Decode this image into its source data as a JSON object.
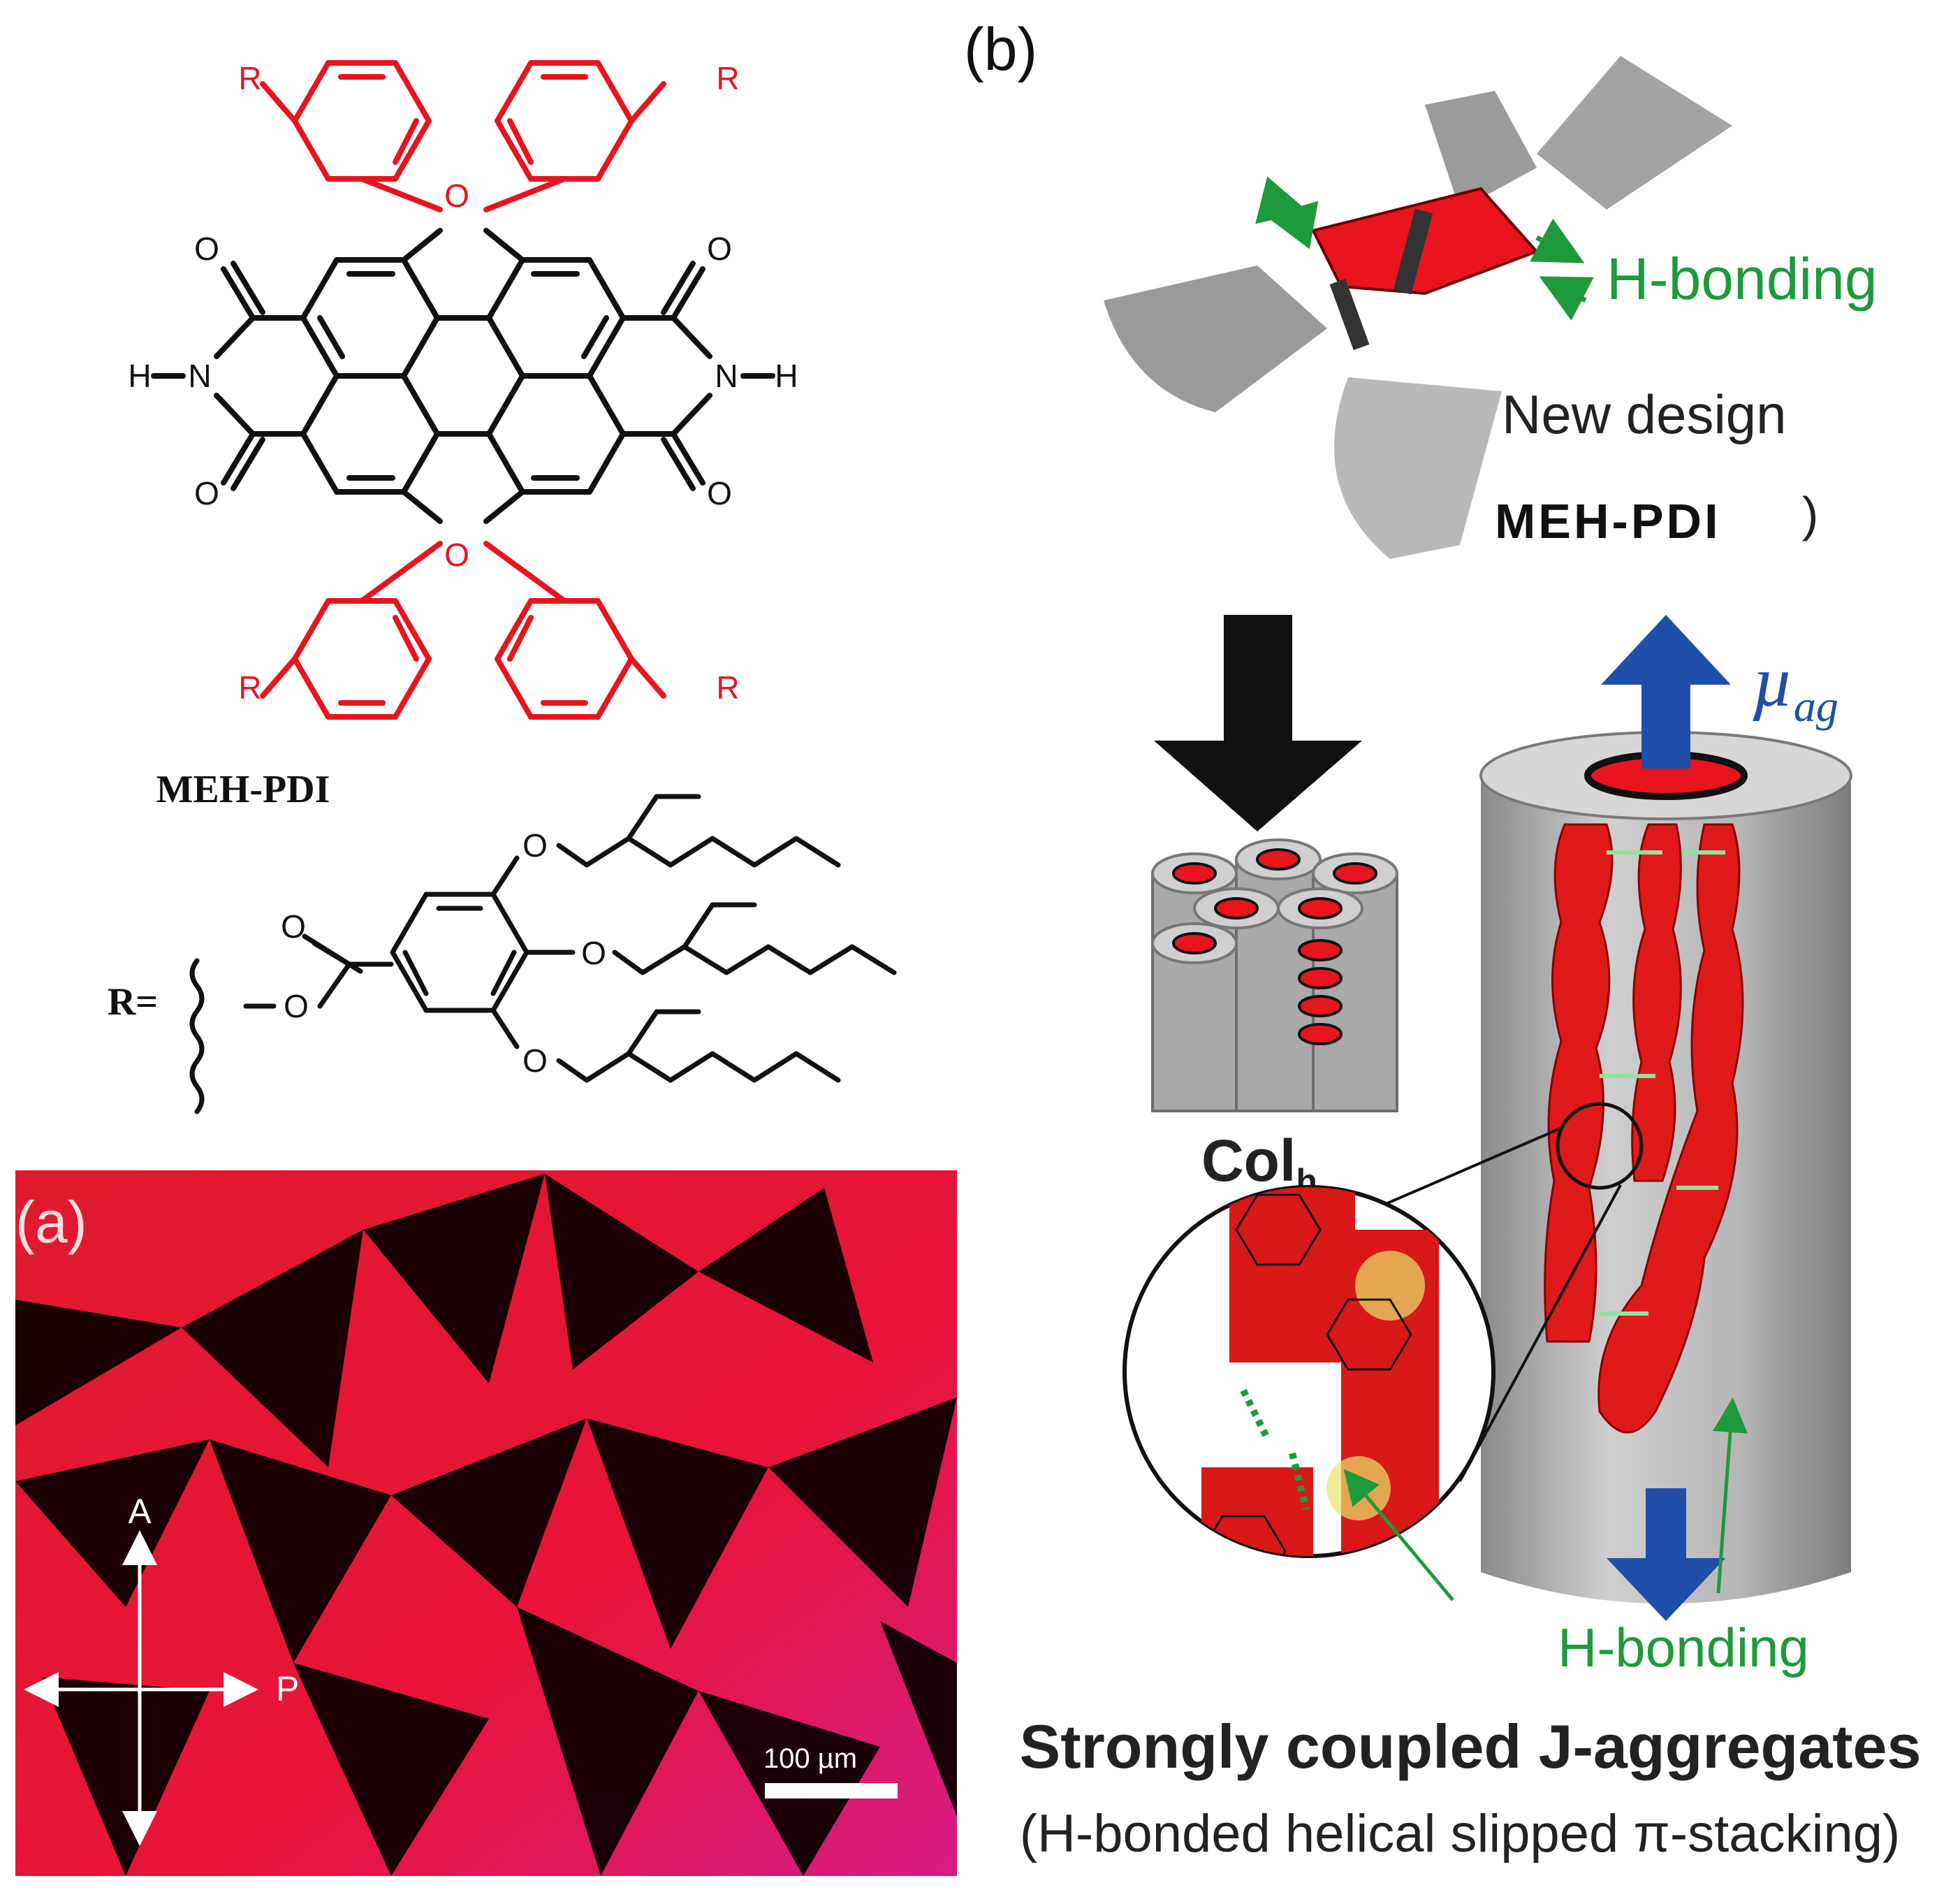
{
  "structure": {
    "compound_name": "MEH-PDI",
    "r_label": "R=",
    "atoms": {
      "O": "O",
      "N": "N",
      "H": "H",
      "R": "R"
    }
  },
  "panel_a": {
    "label": "(a)",
    "polarizer_a": "A",
    "polarizer_p": "P",
    "scale_bar": "100 µm"
  },
  "panel_b": {
    "label": "(b)",
    "h_bonding_top": "H-bonding",
    "new_design": "New design",
    "molecule_label": "MEH-PDI",
    "paren": ")",
    "colh_main": "Col",
    "colh_sub": "h",
    "mu_main": "µ",
    "mu_sub": "ag",
    "h_bonding_bottom": "H-bonding",
    "caption_title": "Strongly coupled J-aggregates",
    "caption_sub": "(H-bonded helical slipped π-stacking)"
  },
  "colors": {
    "red": "#e8141e",
    "green": "#1e9a3c",
    "blue": "#1f4fa8",
    "grey": "#9a9a9a",
    "black": "#111111"
  }
}
